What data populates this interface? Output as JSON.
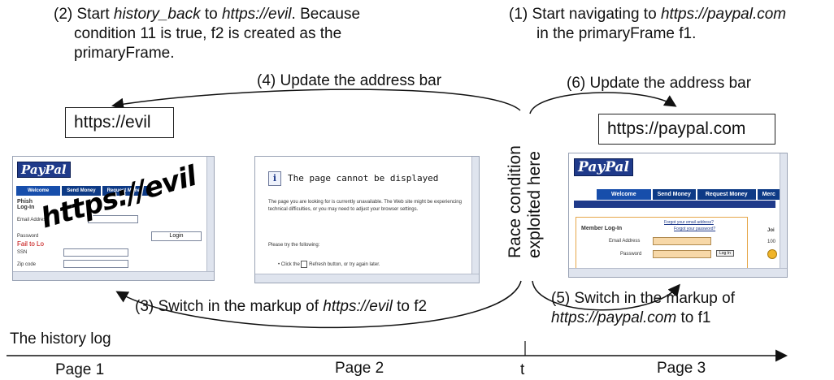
{
  "captions": {
    "step2": {
      "prefix": "(2) Start ",
      "em1": "history_back",
      "mid": " to ",
      "em2": "https://evil",
      "rest": ". Because",
      "line2": "condition 11 is true, f2 is created as the",
      "line3": "primaryFrame."
    },
    "step1": {
      "prefix": "(1)  Start navigating to ",
      "em": "https://paypal.com",
      "line2": "in the primaryFrame f1."
    },
    "step4": "(4) Update the address bar",
    "step6": "(6) Update the address bar",
    "step3": {
      "prefix": "(3) Switch in the markup of ",
      "em": "https://evil",
      "rest": " to f2"
    },
    "step5": {
      "line1": "(5) Switch in the markup of",
      "em": "https://paypal.com",
      "rest": " to f1"
    }
  },
  "address_bars": {
    "left": "https://evil",
    "right": "https://paypal.com"
  },
  "race_label": {
    "line1": "Race condition",
    "line2": "exploited here"
  },
  "history": {
    "title": "The history log",
    "pages": [
      "Page 1",
      "Page 2",
      "Page 3"
    ],
    "marker": "t"
  },
  "screens": {
    "page1": {
      "logo": "PayPal",
      "tabs": [
        "Welcome",
        "Send Money",
        "Request Money"
      ],
      "heading1": "Phish",
      "heading2": "Log-In",
      "email_label": "Email Address",
      "password_label": "Password",
      "warning": "Fail to Lo",
      "ssn_label": "SSN",
      "zip_label": "Zip code",
      "login_button": "Login",
      "overlay": "https://evil"
    },
    "page2": {
      "icon": "i",
      "heading": "The page cannot be displayed",
      "body": "The page you are looking for is currently unavailable. The Web site might be experiencing technical difficulties, or you may need to adjust your browser settings.",
      "try_text": "Please try the following:",
      "bullet_before": "Click the",
      "bullet_after": "Refresh button, or try again later."
    },
    "page3": {
      "logo": "PayPal",
      "tabs": [
        "Welcome",
        "Send Money",
        "Request Money",
        "Merc"
      ],
      "member_login": "Member Log-In",
      "forgot_email": "Forgot your email address?",
      "forgot_password": "Forgot your password?",
      "email_label": "Email Address",
      "password_label": "Password",
      "login_button": "Log In",
      "side_label": "Joi",
      "side_value": "100"
    }
  },
  "colors": {
    "paypal_blue": "#1f3a8a",
    "input_fill": "#f7d8a8",
    "overlay_text": "#000000"
  }
}
